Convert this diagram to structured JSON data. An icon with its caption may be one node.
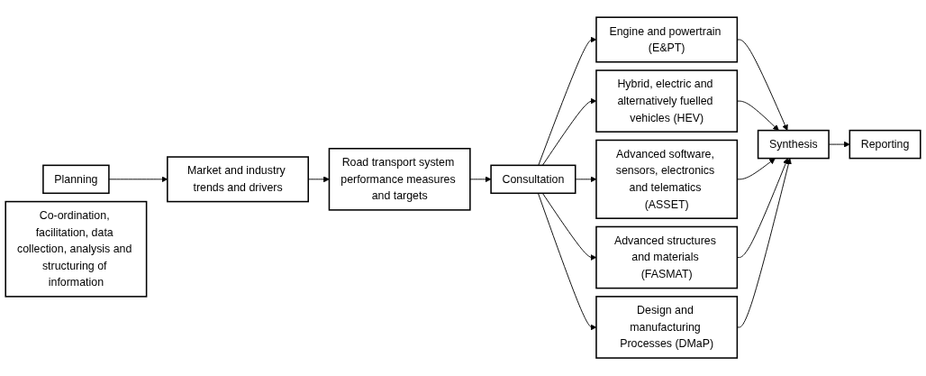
{
  "diagram": {
    "nodes": [
      {
        "text": [
          "Planning"
        ]
      },
      {
        "text": [
          "Market and industry trends and drivers"
        ]
      },
      {
        "text": [
          "Road transport system performance measures and targets"
        ]
      },
      {
        "text": [
          "Consultation"
        ]
      },
      {
        "text": [
          "Engine and powertrain (E&PT)"
        ]
      },
      {
        "text": [
          "Hybrid, electric and alternatively fuelled vehicles (HEV)"
        ]
      },
      {
        "text": [
          "Advanced software, sensors, electronics and telematics (ASSET)"
        ]
      },
      {
        "text": [
          "Advanced structures and materials (FASMAT)"
        ]
      },
      {
        "text": [
          "Design and manufacturing Processes (DMaP)"
        ]
      },
      {
        "text": [
          "Synthesis"
        ]
      },
      {
        "text": [
          "Reporting"
        ]
      },
      {
        "text": [
          "Co-ordination, facilitation, data collection, analysis and structuring of information"
        ]
      }
    ],
    "edges": [
      {
        "from": 0,
        "to": 1,
        "arrow": "to"
      },
      {
        "from": 1,
        "to": 2,
        "arrow": "to"
      },
      {
        "from": 2,
        "to": 3,
        "arrow": "to"
      },
      {
        "from": 3,
        "to": 4,
        "arrow": "to"
      },
      {
        "from": 3,
        "to": 5,
        "arrow": "to"
      },
      {
        "from": 3,
        "to": 6,
        "arrow": "to"
      },
      {
        "from": 3,
        "to": 7,
        "arrow": "to"
      },
      {
        "from": 3,
        "to": 8,
        "arrow": "to"
      },
      {
        "from": 4,
        "to": 9,
        "arrow": "to"
      },
      {
        "from": 5,
        "to": 9,
        "arrow": "to"
      },
      {
        "from": 6,
        "to": 9,
        "arrow": "to"
      },
      {
        "from": 7,
        "to": 9,
        "arrow": "to"
      },
      {
        "from": 8,
        "to": 9,
        "arrow": "to"
      },
      {
        "from": 9,
        "to": 10,
        "arrow": "to"
      }
    ]
  }
}
